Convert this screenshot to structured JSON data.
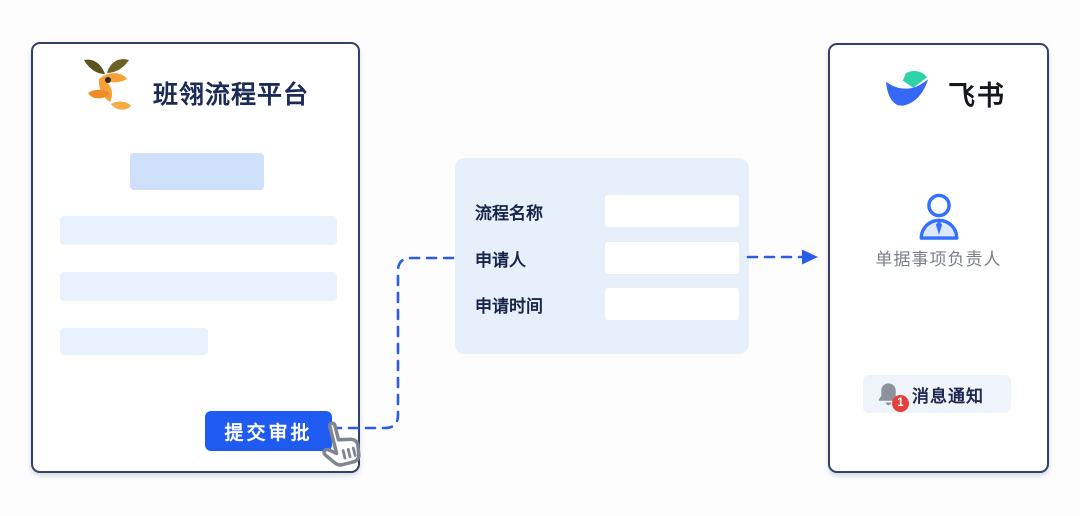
{
  "left_panel": {
    "title": "班翎流程平台",
    "submit_button_label": "提交审批"
  },
  "form_card": {
    "fields": [
      {
        "label": "流程名称",
        "value": ""
      },
      {
        "label": "申请人",
        "value": ""
      },
      {
        "label": "申请时间",
        "value": ""
      }
    ]
  },
  "right_panel": {
    "app_name": "飞书",
    "assignee_label": "单据事项负责人",
    "notification_label": "消息通知",
    "notification_badge_count": "1"
  },
  "icons": {
    "left_logo": "banling-bird-logo",
    "right_logo": "feishu-bird-logo",
    "assignee": "user-icon",
    "notification": "bell-icon",
    "cursor": "hand-cursor-icon"
  },
  "colors": {
    "panel_border": "#32406b",
    "button_blue": "#1f5bf0",
    "connector_blue": "#2b5ce6",
    "card_bg": "#e7f0fa",
    "placeholder_dark": "#cfe1fa",
    "placeholder_light": "#e9f1fd",
    "badge_red": "#e6403c",
    "feishu_teal": "#2dd3a6",
    "feishu_blue": "#3468f5",
    "person_blue": "#3370ff",
    "bell_gray": "#8d939b"
  }
}
